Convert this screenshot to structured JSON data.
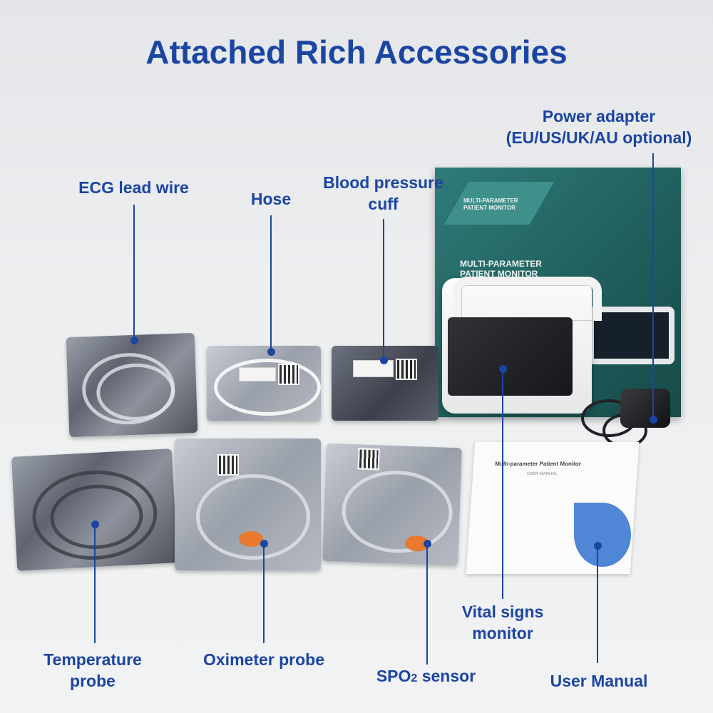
{
  "title": "Attached Rich Accessories",
  "labels": {
    "ecg": "ECG lead wire",
    "hose": "Hose",
    "cuff_line1": "Blood pressure",
    "cuff_line2": "cuff",
    "adapter_line1": "Power adapter",
    "adapter_line2": "(EU/US/UK/AU optional)",
    "temp_line1": "Temperature",
    "temp_line2": "probe",
    "oximeter": "Oximeter probe",
    "spo2_main": "SPO",
    "spo2_sub": "2",
    "spo2_rest": " sensor",
    "monitor_line1": "Vital signs",
    "monitor_line2": "monitor",
    "manual": "User Manual"
  },
  "box": {
    "small_text_line1": "MULTI-PARAMETER",
    "small_text_line2": "PATIENT MONITOR",
    "main_text_line1": "MULTI-PARAMETER",
    "main_text_line2": "PATIENT MONITOR"
  },
  "manual_cover": {
    "title": "Multi-parameter Patient Monitor",
    "subtitle": "USER MANUAL"
  },
  "colors": {
    "accent": "#1b45a3",
    "box": "#1e5c5a",
    "manual_drop": "#4f86d6"
  }
}
